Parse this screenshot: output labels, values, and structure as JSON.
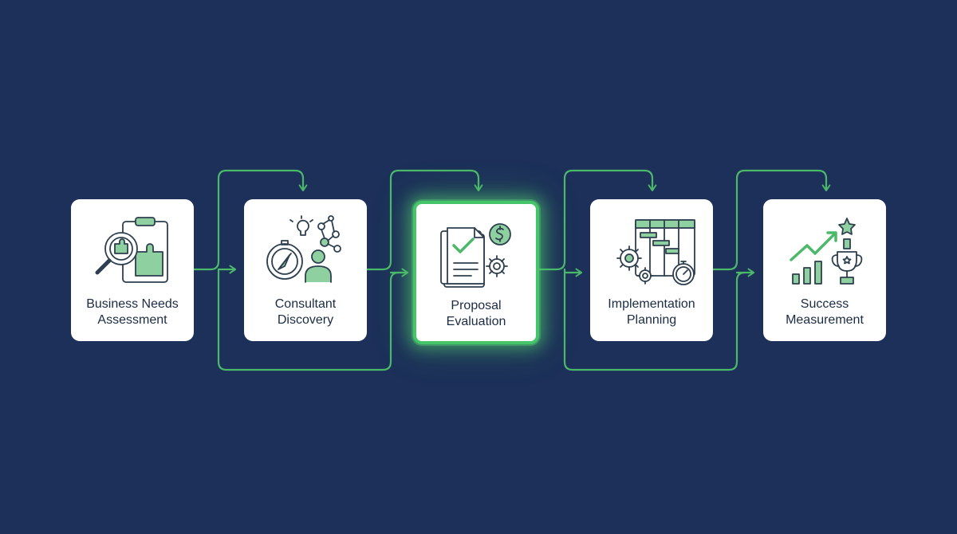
{
  "colors": {
    "background": "#1c3059",
    "accent_green": "#4cb86a",
    "icon_dark": "#2e3f4f",
    "icon_fill": "#8fd0a0",
    "card": "#ffffff",
    "text": "#1c2b44"
  },
  "steps": [
    {
      "line1": "Business Needs",
      "line2": "Assessment",
      "icon": "clipboard-magnifier-puzzle-icon",
      "highlighted": false
    },
    {
      "line1": "Consultant",
      "line2": "Discovery",
      "icon": "compass-person-network-icon",
      "highlighted": false
    },
    {
      "line1": "Proposal",
      "line2": "Evaluation",
      "icon": "document-check-dollar-gear-icon",
      "highlighted": true
    },
    {
      "line1": "Implementation",
      "line2": "Planning",
      "icon": "gantt-gears-stopwatch-icon",
      "highlighted": false
    },
    {
      "line1": "Success",
      "line2": "Measurement",
      "icon": "growth-chart-trophy-icon",
      "highlighted": false
    }
  ]
}
